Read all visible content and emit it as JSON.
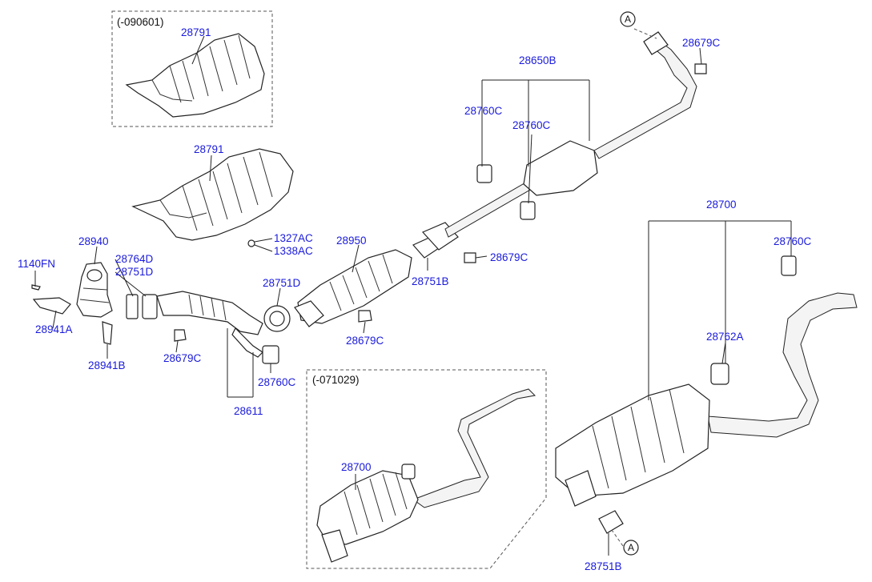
{
  "diagram": {
    "part_labels": [
      {
        "id": "p28791a",
        "text": "28791"
      },
      {
        "id": "p28791b",
        "text": "28791"
      },
      {
        "id": "p1327ac",
        "text": "1327AC"
      },
      {
        "id": "p1338ac",
        "text": "1338AC"
      },
      {
        "id": "p28940",
        "text": "28940"
      },
      {
        "id": "p1140fn",
        "text": "1140FN"
      },
      {
        "id": "p28764d",
        "text": "28764D"
      },
      {
        "id": "p28751d_a",
        "text": "28751D"
      },
      {
        "id": "p28941a",
        "text": "28941A"
      },
      {
        "id": "p28941b",
        "text": "28941B"
      },
      {
        "id": "p28679c_a",
        "text": "28679C"
      },
      {
        "id": "p28611",
        "text": "28611"
      },
      {
        "id": "p28751d_b",
        "text": "28751D"
      },
      {
        "id": "p28760c_a",
        "text": "28760C"
      },
      {
        "id": "p28950",
        "text": "28950"
      },
      {
        "id": "p28679c_b",
        "text": "28679C"
      },
      {
        "id": "p28751b_a",
        "text": "28751B"
      },
      {
        "id": "p28679c_c",
        "text": "28679C"
      },
      {
        "id": "p28650b",
        "text": "28650B"
      },
      {
        "id": "p28760c_b",
        "text": "28760C"
      },
      {
        "id": "p28760c_c",
        "text": "28760C"
      },
      {
        "id": "p28679c_d",
        "text": "28679C"
      },
      {
        "id": "p28700a",
        "text": "28700"
      },
      {
        "id": "p28760c_d",
        "text": "28760C"
      },
      {
        "id": "p28762a",
        "text": "28762A"
      },
      {
        "id": "p28700b",
        "text": "28700"
      },
      {
        "id": "p28751b_b",
        "text": "28751B"
      }
    ],
    "notes": [
      {
        "id": "n090601",
        "text": "(-090601)"
      },
      {
        "id": "n071029",
        "text": "(-071029)"
      }
    ],
    "callouts": [
      {
        "id": "ca_top",
        "text": "A"
      },
      {
        "id": "ca_bottom",
        "text": "A"
      }
    ]
  }
}
